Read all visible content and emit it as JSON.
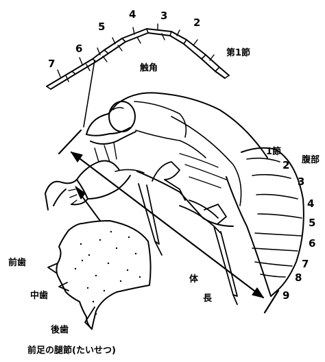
{
  "antenna": {
    "segment_numbers": [
      "7",
      "6",
      "5",
      "4",
      "3",
      "2"
    ],
    "first_segment_label": "第1節",
    "label": "触角"
  },
  "abdomen": {
    "label": "腹部",
    "segment_numbers": [
      "1節",
      "2",
      "3",
      "4",
      "5",
      "6",
      "7",
      "8",
      "9"
    ]
  },
  "body_length_label": [
    "体",
    "長"
  ],
  "foreleg": {
    "front_tooth": "前歯",
    "middle_tooth": "中歯",
    "rear_tooth": "後歯",
    "caption": "前足の腿節(たいせつ)"
  },
  "colors": {
    "line": "#000000",
    "background": "#ffffff"
  }
}
